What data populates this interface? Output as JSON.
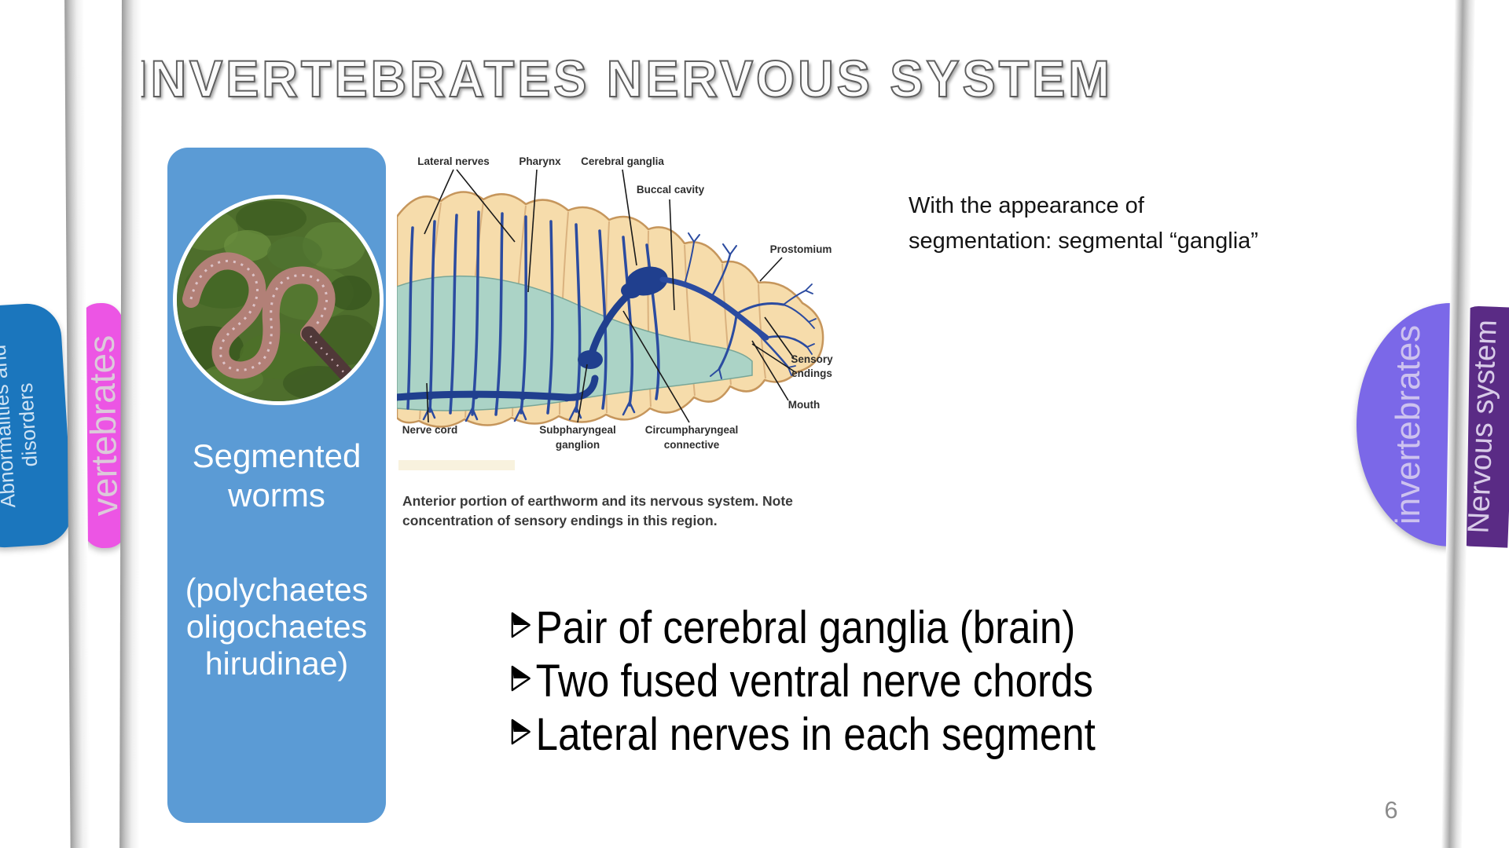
{
  "slide": {
    "title": "INVERTEBRATES NERVOUS SYSTEM",
    "page_number": "6"
  },
  "side_tabs": {
    "left": [
      {
        "label": "Abnormalities and disorders",
        "color": "#1b76bd"
      },
      {
        "label": "vertebrates",
        "color": "#ec55e4"
      }
    ],
    "right": [
      {
        "label": "invertebrates",
        "color": "#7b68e8"
      },
      {
        "label": "Nervous system",
        "color": "#5a2b85"
      }
    ]
  },
  "card": {
    "title": "Segmented worms",
    "subtitle": "(polychaetes oligochaetes hirudinae)",
    "photo_icon": "earthworms-on-moss-photo",
    "color": "#5b9bd5"
  },
  "note": {
    "line1": "With the appearance of",
    "line2": "segmentation: segmental “ganglia”"
  },
  "diagram": {
    "labels": {
      "lateral_nerves": "Lateral nerves",
      "pharynx": "Pharynx",
      "cerebral_ganglia": "Cerebral ganglia",
      "buccal_cavity": "Buccal cavity",
      "prostomium": "Prostomium",
      "sensory_endings_line1": "Sensory",
      "sensory_endings_line2": "endings",
      "mouth": "Mouth",
      "nerve_cord": "Nerve cord",
      "subpharyngeal_line1": "Subpharyngeal",
      "subpharyngeal_line2": "ganglion",
      "circumpharyngeal_line1": "Circumpharyngeal",
      "circumpharyngeal_line2": "connective"
    },
    "caption_line1": "Anterior portion of earthworm and its nervous system. Note",
    "caption_line2": "concentration of sensory endings in this region."
  },
  "bullets": {
    "glyph": "➢",
    "items": [
      "Pair of cerebral ganglia (brain)",
      "Two fused ventral nerve chords",
      "Lateral nerves in each segment"
    ]
  }
}
